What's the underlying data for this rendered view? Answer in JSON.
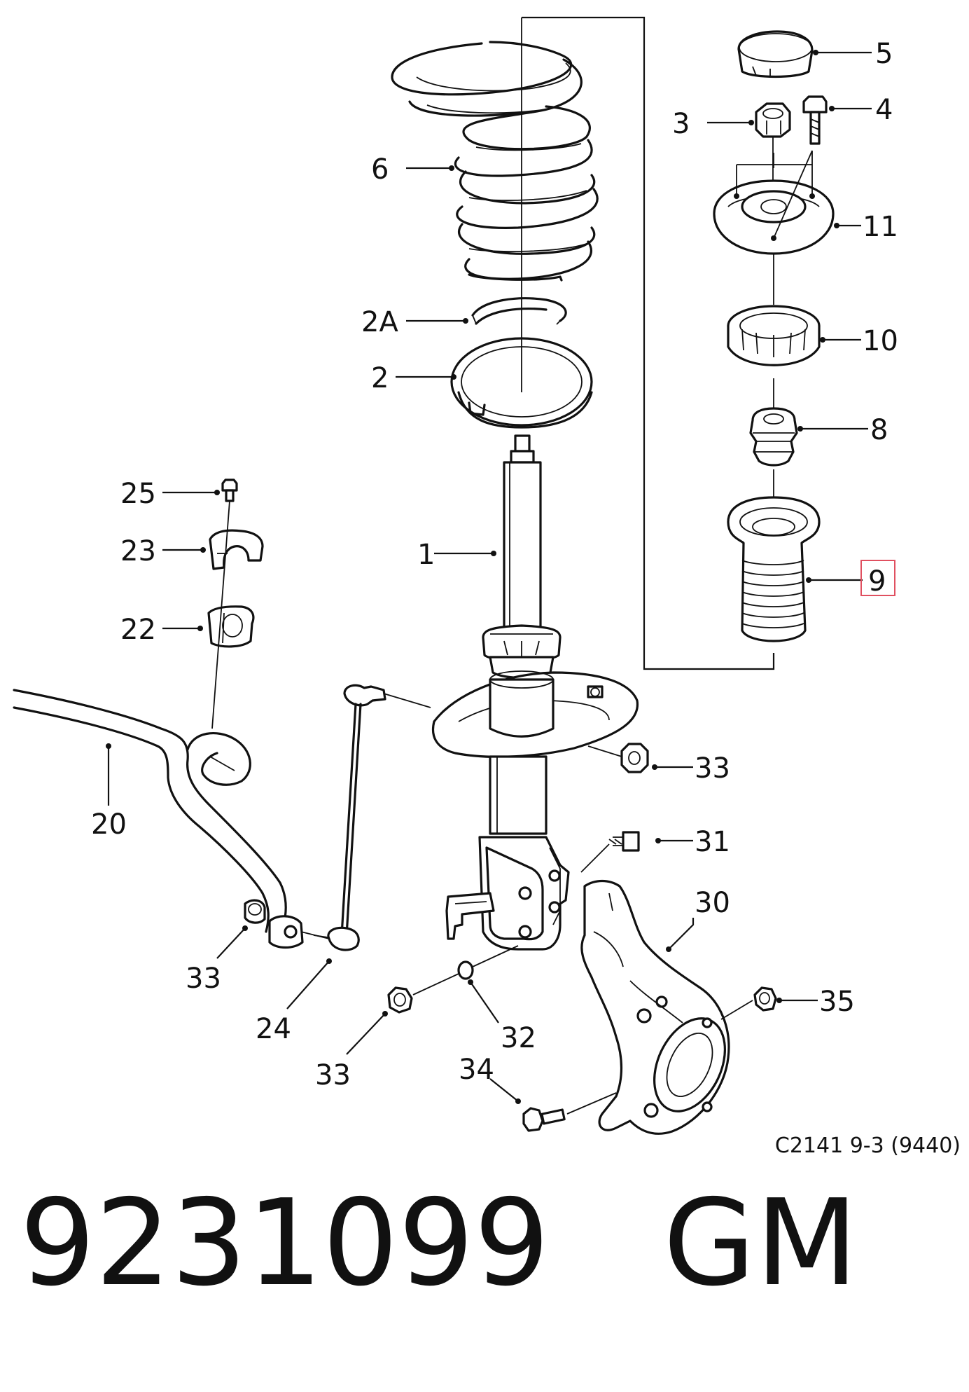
{
  "diagram": {
    "reference_code": "C2141 9-3 (9440)",
    "highlight_color": "#e05060",
    "callouts": [
      {
        "id": "c5",
        "label": "5"
      },
      {
        "id": "c4",
        "label": "4"
      },
      {
        "id": "c3",
        "label": "3"
      },
      {
        "id": "c6",
        "label": "6"
      },
      {
        "id": "c11",
        "label": "11"
      },
      {
        "id": "c10",
        "label": "10"
      },
      {
        "id": "c2a",
        "label": "2A"
      },
      {
        "id": "c2",
        "label": "2"
      },
      {
        "id": "c8",
        "label": "8"
      },
      {
        "id": "c25",
        "label": "25"
      },
      {
        "id": "c23",
        "label": "23"
      },
      {
        "id": "c1",
        "label": "1"
      },
      {
        "id": "c9",
        "label": "9",
        "highlighted": true
      },
      {
        "id": "c22",
        "label": "22"
      },
      {
        "id": "c20",
        "label": "20"
      },
      {
        "id": "c33a",
        "label": "33"
      },
      {
        "id": "c31",
        "label": "31"
      },
      {
        "id": "c30",
        "label": "30"
      },
      {
        "id": "c33b",
        "label": "33"
      },
      {
        "id": "c35",
        "label": "35"
      },
      {
        "id": "c24",
        "label": "24"
      },
      {
        "id": "c32",
        "label": "32"
      },
      {
        "id": "c34",
        "label": "34"
      },
      {
        "id": "c33c",
        "label": "33"
      }
    ]
  },
  "caption": {
    "part_number": "9231099",
    "brand": "GM",
    "separator": "   "
  }
}
